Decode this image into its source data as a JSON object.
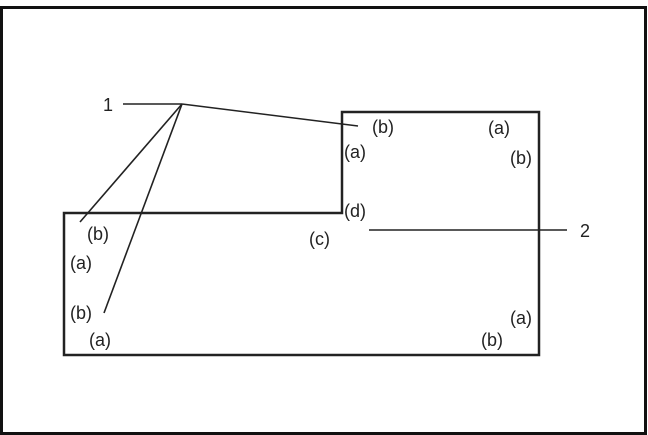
{
  "callouts": {
    "one": "1",
    "two": "2"
  },
  "labels": {
    "upper_left_b": "(b)",
    "upper_left_a": "(a)",
    "upper_right_a": "(a)",
    "upper_right_b": "(b)",
    "step_d": "(d)",
    "step_c": "(c)",
    "left_top_b": "(b)",
    "left_top_a": "(a)",
    "left_bottom_b": "(b)",
    "left_bottom_a": "(a)",
    "right_bottom_a": "(a)",
    "right_bottom_b": "(b)"
  },
  "colors": {
    "line": "#222222",
    "frame": "#111111"
  }
}
